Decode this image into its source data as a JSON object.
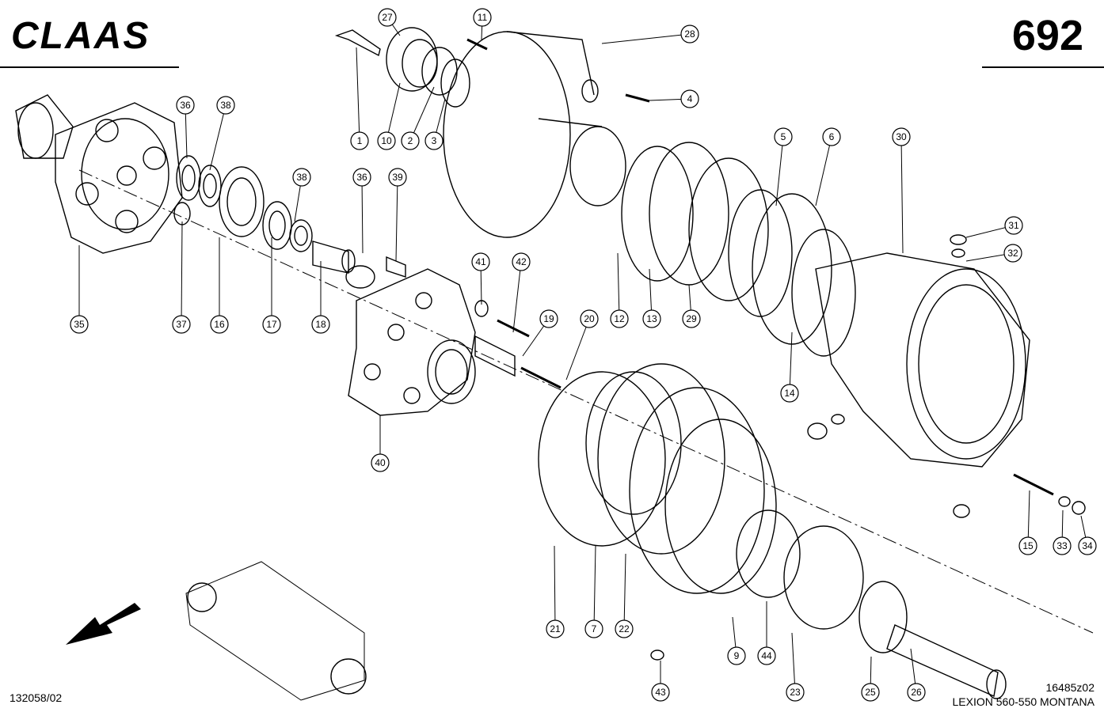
{
  "header": {
    "brand": "CLAAS",
    "page_number": "692"
  },
  "footer": {
    "drawing_id": "132058/02",
    "ref_code": "16485z02",
    "model": "LEXION 560-550 MONTANA"
  },
  "callouts": [
    {
      "label": "27"
    },
    {
      "label": "11"
    },
    {
      "label": "28"
    },
    {
      "label": "4"
    },
    {
      "label": "1"
    },
    {
      "label": "10"
    },
    {
      "label": "2"
    },
    {
      "label": "3"
    },
    {
      "label": "36"
    },
    {
      "label": "38"
    },
    {
      "label": "38"
    },
    {
      "label": "36"
    },
    {
      "label": "39"
    },
    {
      "label": "5"
    },
    {
      "label": "6"
    },
    {
      "label": "30"
    },
    {
      "label": "31"
    },
    {
      "label": "32"
    },
    {
      "label": "41"
    },
    {
      "label": "42"
    },
    {
      "label": "19"
    },
    {
      "label": "20"
    },
    {
      "label": "12"
    },
    {
      "label": "13"
    },
    {
      "label": "29"
    },
    {
      "label": "35"
    },
    {
      "label": "37"
    },
    {
      "label": "16"
    },
    {
      "label": "17"
    },
    {
      "label": "18"
    },
    {
      "label": "14"
    },
    {
      "label": "40"
    },
    {
      "label": "15"
    },
    {
      "label": "33"
    },
    {
      "label": "34"
    },
    {
      "label": "21"
    },
    {
      "label": "7"
    },
    {
      "label": "22"
    },
    {
      "label": "9"
    },
    {
      "label": "44"
    },
    {
      "label": "23"
    },
    {
      "label": "25"
    },
    {
      "label": "26"
    },
    {
      "label": "43"
    }
  ]
}
